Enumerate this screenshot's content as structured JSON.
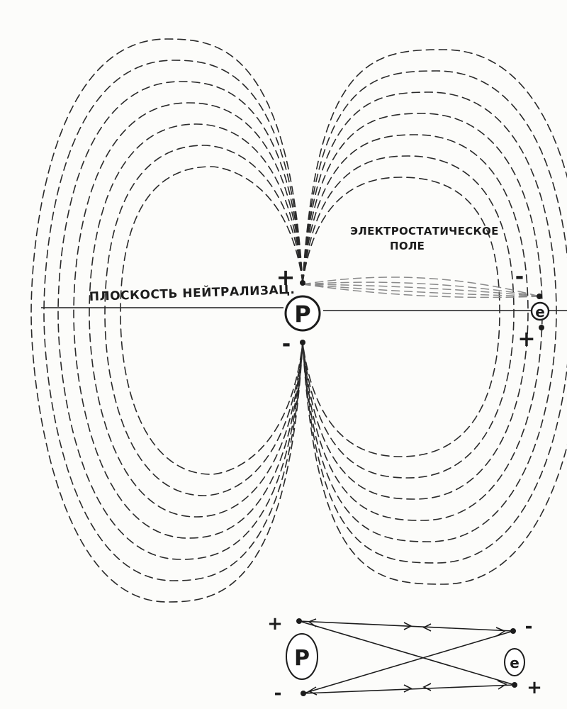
{
  "diagram": {
    "label_plane": "ПЛОСКОСТЬ НЕЙТРАЛИЗАЦ.",
    "label_field_line1": "ЭЛЕКТРОСТАТИЧЕСКОЕ",
    "label_field_line2": "ПОЛЕ",
    "proton_letter": "P",
    "electron_letter": "e",
    "plus_sign": "+",
    "minus_sign": "-"
  },
  "inset": {
    "proton_letter": "P",
    "electron_letter": "e",
    "plus_sign": "+",
    "minus_sign": "-"
  },
  "colors": {
    "ink": "#1c1c1c",
    "electrostatic_field": "#8a8a8a",
    "paper": "#fcfcfa"
  }
}
